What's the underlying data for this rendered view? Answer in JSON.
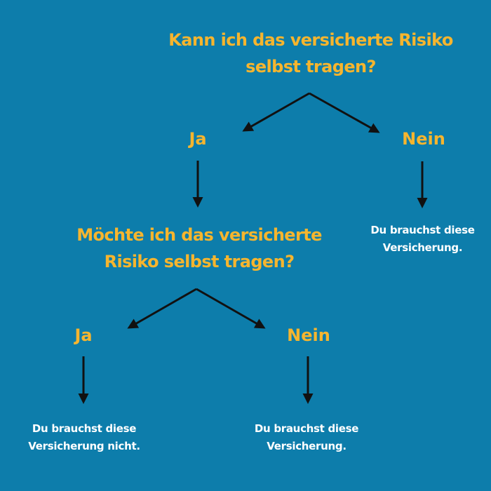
{
  "colors": {
    "background": "#0d7dab",
    "question_text": "#f6b52e",
    "answer_text": "#f6b52e",
    "result_text": "#ffffff",
    "arrow": "#111111"
  },
  "question1": {
    "line1": "Kann ich das versicherte Risiko",
    "line2": "selbst tragen?"
  },
  "question1_answers": {
    "yes": "Ja",
    "no": "Nein"
  },
  "question1_no_result": {
    "line1": "Du brauchst diese",
    "line2": "Versicherung."
  },
  "question2": {
    "line1": "Möchte ich das versicherte",
    "line2": "Risiko selbst tragen?"
  },
  "question2_answers": {
    "yes": "Ja",
    "no": "Nein"
  },
  "question2_yes_result": {
    "line1": "Du brauchst diese",
    "line2": "Versicherung nicht."
  },
  "question2_no_result": {
    "line1": "Du brauchst diese",
    "line2": "Versicherung."
  }
}
